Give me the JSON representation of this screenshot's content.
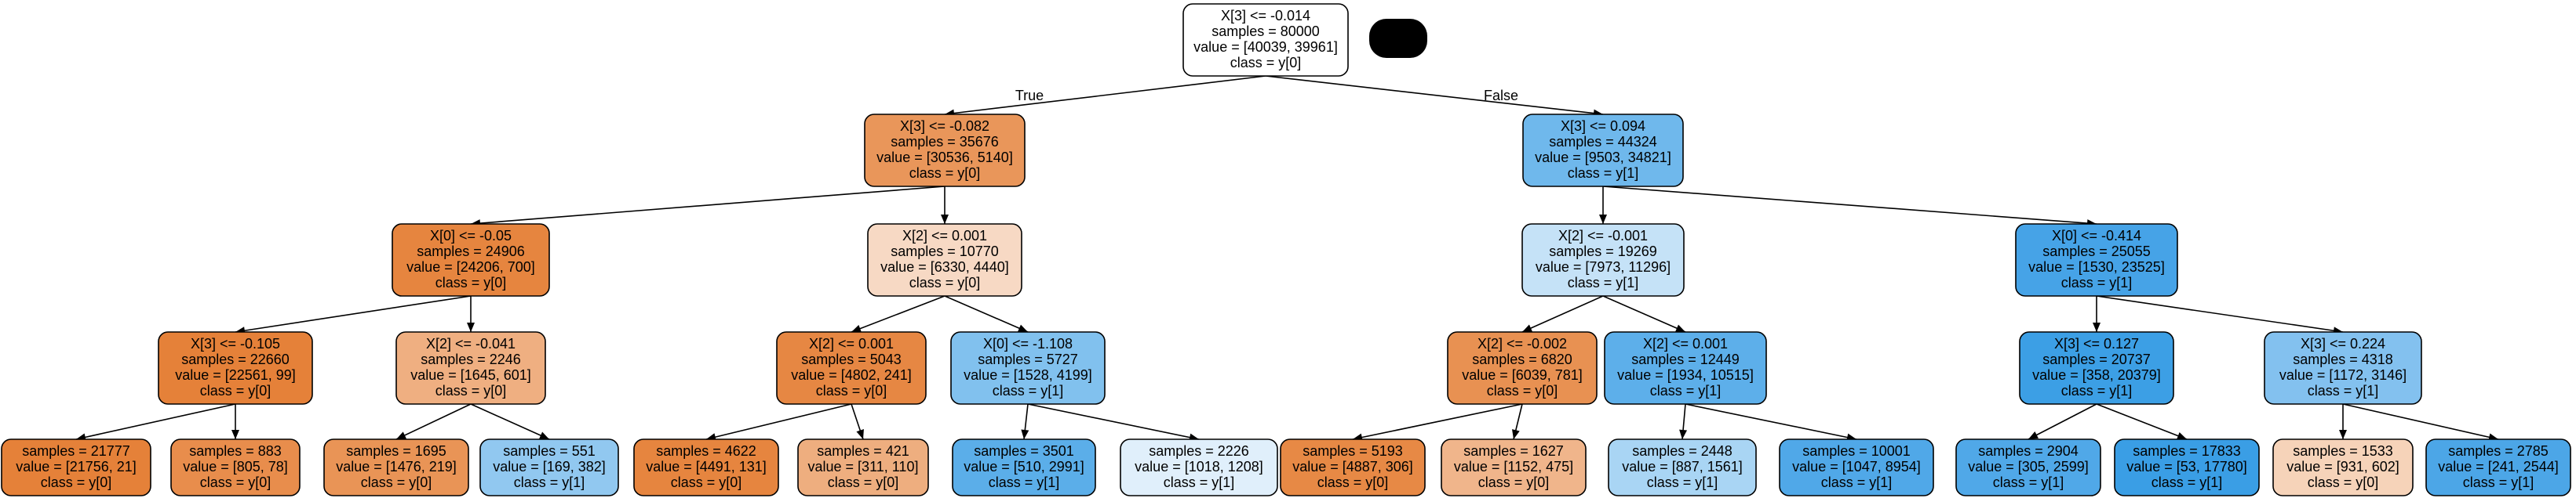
{
  "tree": {
    "nodes": [
      {
        "id": 0,
        "lines": [
          "X[3] <= -0.014",
          "samples = 80000",
          "value = [40039, 39961]",
          "class = y[0]"
        ],
        "fill": "#ffffff"
      },
      {
        "id": 1,
        "lines": [
          "X[3] <= -0.082",
          "samples = 35676",
          "value = [30536, 5140]",
          "class = y[0]"
        ],
        "fill": "#e9965a"
      },
      {
        "id": 2,
        "lines": [
          "X[3] <= 0.094",
          "samples = 44324",
          "value = [9503, 34821]",
          "class = y[1]"
        ],
        "fill": "#6fb8ec"
      },
      {
        "id": 3,
        "lines": [
          "X[0] <= -0.05",
          "samples = 24906",
          "value = [24206, 700]",
          "class = y[0]"
        ],
        "fill": "#e6853f"
      },
      {
        "id": 4,
        "lines": [
          "X[2] <= 0.001",
          "samples = 10770",
          "value = [6330, 4440]",
          "class = y[0]"
        ],
        "fill": "#f7d9c4"
      },
      {
        "id": 5,
        "lines": [
          "X[2] <= -0.001",
          "samples = 19269",
          "value = [7973, 11296]",
          "class = y[1]"
        ],
        "fill": "#c5e2f7"
      },
      {
        "id": 6,
        "lines": [
          "X[0] <= -0.414",
          "samples = 25055",
          "value = [1530, 23525]",
          "class = y[1]"
        ],
        "fill": "#46a3e7"
      },
      {
        "id": 7,
        "lines": [
          "X[3] <= -0.105",
          "samples = 22660",
          "value = [22561, 99]",
          "class = y[0]"
        ],
        "fill": "#e58139"
      },
      {
        "id": 8,
        "lines": [
          "X[2] <= -0.041",
          "samples = 2246",
          "value = [1645, 601]",
          "class = y[0]"
        ],
        "fill": "#efaf81"
      },
      {
        "id": 9,
        "lines": [
          "X[2] <= 0.001",
          "samples = 5043",
          "value = [4802, 241]",
          "class = y[0]"
        ],
        "fill": "#e68743"
      },
      {
        "id": 10,
        "lines": [
          "X[0] <= -1.108",
          "samples = 5727",
          "value = [1528, 4199]",
          "class = y[1]"
        ],
        "fill": "#81c1ee"
      },
      {
        "id": 11,
        "lines": [
          "X[2] <= -0.002",
          "samples = 6820",
          "value = [6039, 781]",
          "class = y[0]"
        ],
        "fill": "#e89152"
      },
      {
        "id": 12,
        "lines": [
          "X[2] <= 0.001",
          "samples = 12449",
          "value = [1934, 10515]",
          "class = y[1]"
        ],
        "fill": "#5dafea"
      },
      {
        "id": 13,
        "lines": [
          "X[3] <= 0.127",
          "samples = 20737",
          "value = [358, 20379]",
          "class = y[1]"
        ],
        "fill": "#3c9fe5"
      },
      {
        "id": 14,
        "lines": [
          "X[3] <= 0.224",
          "samples = 4318",
          "value = [1172, 3146]",
          "class = y[1]"
        ],
        "fill": "#83c1ef"
      },
      {
        "id": 15,
        "lines": [
          "samples = 21777",
          "value = [21756, 21]",
          "class = y[0]"
        ],
        "fill": "#e58139"
      },
      {
        "id": 16,
        "lines": [
          "samples = 883",
          "value = [805, 78]",
          "class = y[0]"
        ],
        "fill": "#e88d4c"
      },
      {
        "id": 17,
        "lines": [
          "samples = 1695",
          "value = [1476, 219]",
          "class = y[0]"
        ],
        "fill": "#e99456"
      },
      {
        "id": 18,
        "lines": [
          "samples = 551",
          "value = [169, 382]",
          "class = y[1]"
        ],
        "fill": "#91c8f0"
      },
      {
        "id": 19,
        "lines": [
          "samples = 4622",
          "value = [4491, 131]",
          "class = y[0]"
        ],
        "fill": "#e6853f"
      },
      {
        "id": 20,
        "lines": [
          "samples = 421",
          "value = [311, 110]",
          "class = y[0]"
        ],
        "fill": "#eeae7f"
      },
      {
        "id": 21,
        "lines": [
          "samples = 3501",
          "value = [510, 2991]",
          "class = y[1]"
        ],
        "fill": "#5baee9"
      },
      {
        "id": 22,
        "lines": [
          "samples = 2226",
          "value = [1018, 1208]",
          "class = y[1]"
        ],
        "fill": "#e0effb"
      },
      {
        "id": 23,
        "lines": [
          "samples = 5193",
          "value = [4887, 306]",
          "class = y[0]"
        ],
        "fill": "#e78945"
      },
      {
        "id": 24,
        "lines": [
          "samples = 1627",
          "value = [1152, 475]",
          "class = y[0]"
        ],
        "fill": "#f0b58b"
      },
      {
        "id": 25,
        "lines": [
          "samples = 2448",
          "value = [887, 1561]",
          "class = y[1]"
        ],
        "fill": "#a9d5f4"
      },
      {
        "id": 26,
        "lines": [
          "samples = 10001",
          "value = [1047, 8954]",
          "class = y[1]"
        ],
        "fill": "#50a8e8"
      },
      {
        "id": 27,
        "lines": [
          "samples = 2904",
          "value = [305, 2599]",
          "class = y[1]"
        ],
        "fill": "#50a8e8"
      },
      {
        "id": 28,
        "lines": [
          "samples = 17833",
          "value = [53, 17780]",
          "class = y[1]"
        ],
        "fill": "#3a9ee5"
      },
      {
        "id": 29,
        "lines": [
          "samples = 1533",
          "value = [931, 602]",
          "class = y[0]"
        ],
        "fill": "#f6d3b9"
      },
      {
        "id": 30,
        "lines": [
          "samples = 2785",
          "value = [241, 2544]",
          "class = y[1]"
        ],
        "fill": "#4ca6e7"
      }
    ],
    "edges": [
      {
        "from": 0,
        "to": 1,
        "label": "True"
      },
      {
        "from": 0,
        "to": 2,
        "label": "False"
      },
      {
        "from": 1,
        "to": 3
      },
      {
        "from": 1,
        "to": 4
      },
      {
        "from": 2,
        "to": 5
      },
      {
        "from": 2,
        "to": 6
      },
      {
        "from": 3,
        "to": 7
      },
      {
        "from": 3,
        "to": 8
      },
      {
        "from": 4,
        "to": 9
      },
      {
        "from": 4,
        "to": 10
      },
      {
        "from": 5,
        "to": 11
      },
      {
        "from": 5,
        "to": 12
      },
      {
        "from": 6,
        "to": 13
      },
      {
        "from": 6,
        "to": 14
      },
      {
        "from": 7,
        "to": 15
      },
      {
        "from": 7,
        "to": 16
      },
      {
        "from": 8,
        "to": 17
      },
      {
        "from": 8,
        "to": 18
      },
      {
        "from": 9,
        "to": 19
      },
      {
        "from": 9,
        "to": 20
      },
      {
        "from": 10,
        "to": 21
      },
      {
        "from": 10,
        "to": 22
      },
      {
        "from": 11,
        "to": 23
      },
      {
        "from": 11,
        "to": 24
      },
      {
        "from": 12,
        "to": 25
      },
      {
        "from": 12,
        "to": 26
      },
      {
        "from": 13,
        "to": 27
      },
      {
        "from": 13,
        "to": 28
      },
      {
        "from": 14,
        "to": 29
      },
      {
        "from": 14,
        "to": 30
      }
    ]
  }
}
